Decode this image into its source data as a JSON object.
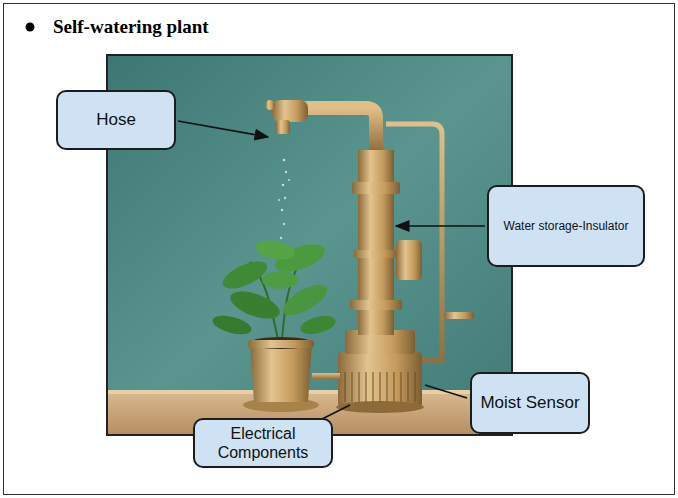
{
  "diagram": {
    "title": "Self-watering plant",
    "nodes": [
      {
        "text": [
          "Hose"
        ]
      },
      {
        "text": [
          "Water storage-Insulator"
        ]
      },
      {
        "text": [
          "Moist Sensor"
        ]
      },
      {
        "text": [
          "Electrical Components"
        ]
      }
    ]
  }
}
